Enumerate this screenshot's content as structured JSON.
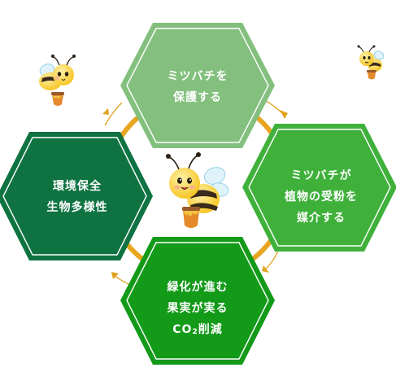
{
  "diagram": {
    "colors": {
      "ring": "#e7a520",
      "arrow": "#e0a21e",
      "hex_top": "#83c07e",
      "hex_right": "#3fb13b",
      "hex_left": "#0e7341",
      "hex_bottom": "#139a19",
      "inner_border": "#ffffff"
    },
    "nodes": {
      "top": {
        "lines": [
          "ミツバチを",
          "保護する"
        ]
      },
      "right": {
        "lines": [
          "ミツバチが",
          "植物の受粉を",
          "媒介する"
        ]
      },
      "bottom": {
        "lines": [
          "緑化が進む",
          "果実が実る"
        ],
        "co2": {
          "prefix": "CO",
          "subscript": "2",
          "suffix": "削減"
        }
      },
      "left": {
        "lines": [
          "環境保全",
          "生物多様性"
        ]
      }
    },
    "icons": [
      "bee-with-honey-pot-icon",
      "small-bee-icon",
      "honey-pot-icon"
    ]
  }
}
